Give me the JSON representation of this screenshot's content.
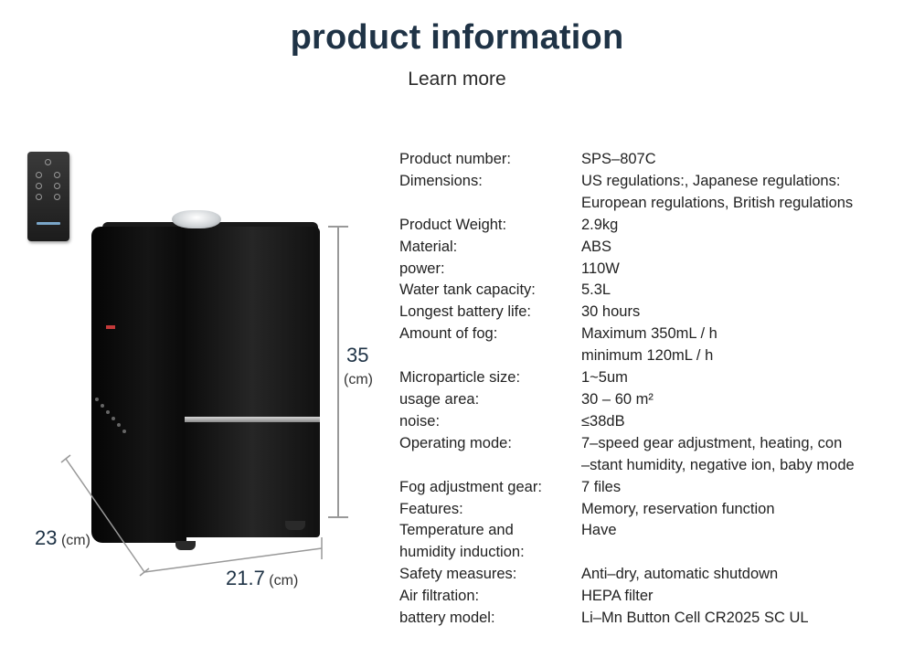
{
  "header": {
    "title": "product information",
    "subtitle": "Learn more"
  },
  "dimensions": {
    "height_value": "35",
    "height_unit": "(cm)",
    "depth_value": "23",
    "depth_unit": "(cm)",
    "width_value": "21.7",
    "width_unit": "(cm)"
  },
  "specs": [
    {
      "label": "Product number:",
      "value": [
        "SPS–807C"
      ]
    },
    {
      "label": "Dimensions:",
      "value": [
        "US regulations:, Japanese regulations:",
        "European regulations, British regulations"
      ]
    },
    {
      "label": "Product Weight:",
      "value": [
        "2.9kg"
      ]
    },
    {
      "label": "Material:",
      "value": [
        "ABS"
      ]
    },
    {
      "label": "power:",
      "value": [
        "110W"
      ]
    },
    {
      "label": "Water tank capacity:",
      "value": [
        "5.3L"
      ]
    },
    {
      "label": "Longest battery life:",
      "value": [
        "30 hours"
      ]
    },
    {
      "label": "Amount of fog:",
      "value": [
        "Maximum 350mL / h",
        "minimum 120mL / h"
      ]
    },
    {
      "label": "Microparticle size:",
      "value": [
        "1~5um"
      ]
    },
    {
      "label": "usage area:",
      "value": [
        "30 – 60 m²"
      ]
    },
    {
      "label": "noise:",
      "value": [
        "≤38dB"
      ]
    },
    {
      "label": "Operating mode:",
      "value": [
        "7–speed gear adjustment, heating, con",
        "–stant humidity, negative ion, baby mode"
      ]
    },
    {
      "label": "Fog adjustment gear:",
      "value": [
        "7 files"
      ]
    },
    {
      "label": "Features:",
      "value": [
        "Memory, reservation function"
      ]
    },
    {
      "label": "Temperature and humidity induction:",
      "value": [
        "Have"
      ]
    },
    {
      "label": "Safety measures:",
      "value": [
        "Anti–dry, automatic shutdown"
      ]
    },
    {
      "label": "Air filtration:",
      "value": [
        "HEPA filter"
      ]
    },
    {
      "label": "battery model:",
      "value": [
        "Li–Mn Button Cell CR2025 SC UL"
      ]
    }
  ]
}
